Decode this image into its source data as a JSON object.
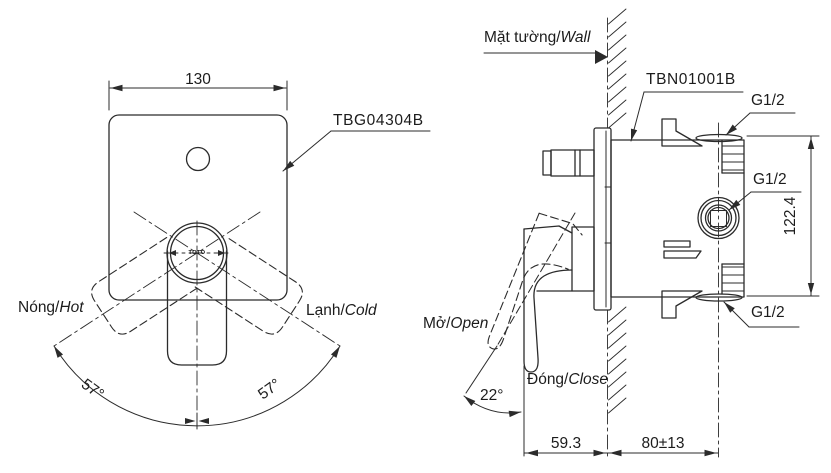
{
  "front_view": {
    "width_dim": "130",
    "model": "TBG04304B",
    "hot_vi": "Nóng/",
    "hot_en": "Hot",
    "cold_vi": "Lạnh/",
    "cold_en": "Cold",
    "angle_left": "57°",
    "angle_right": "57°",
    "logo": "TOTO"
  },
  "side_view": {
    "wall_vi": "Mặt tường/",
    "wall_en": "Wall",
    "model": "TBN01001B",
    "thread_top": "G1/2",
    "thread_mid": "G1/2",
    "thread_bottom": "G1/2",
    "height_dim": "122.4",
    "open_vi": "Mở/",
    "open_en": "Open",
    "close_vi": "Đóng/",
    "close_en": "Close",
    "open_angle": "22°",
    "dim_lever_depth": "59.3",
    "dim_wall_depth": "80±13"
  },
  "colors": {
    "line": "#2b2b2b",
    "text": "#1c1c1c",
    "background": "#ffffff"
  }
}
